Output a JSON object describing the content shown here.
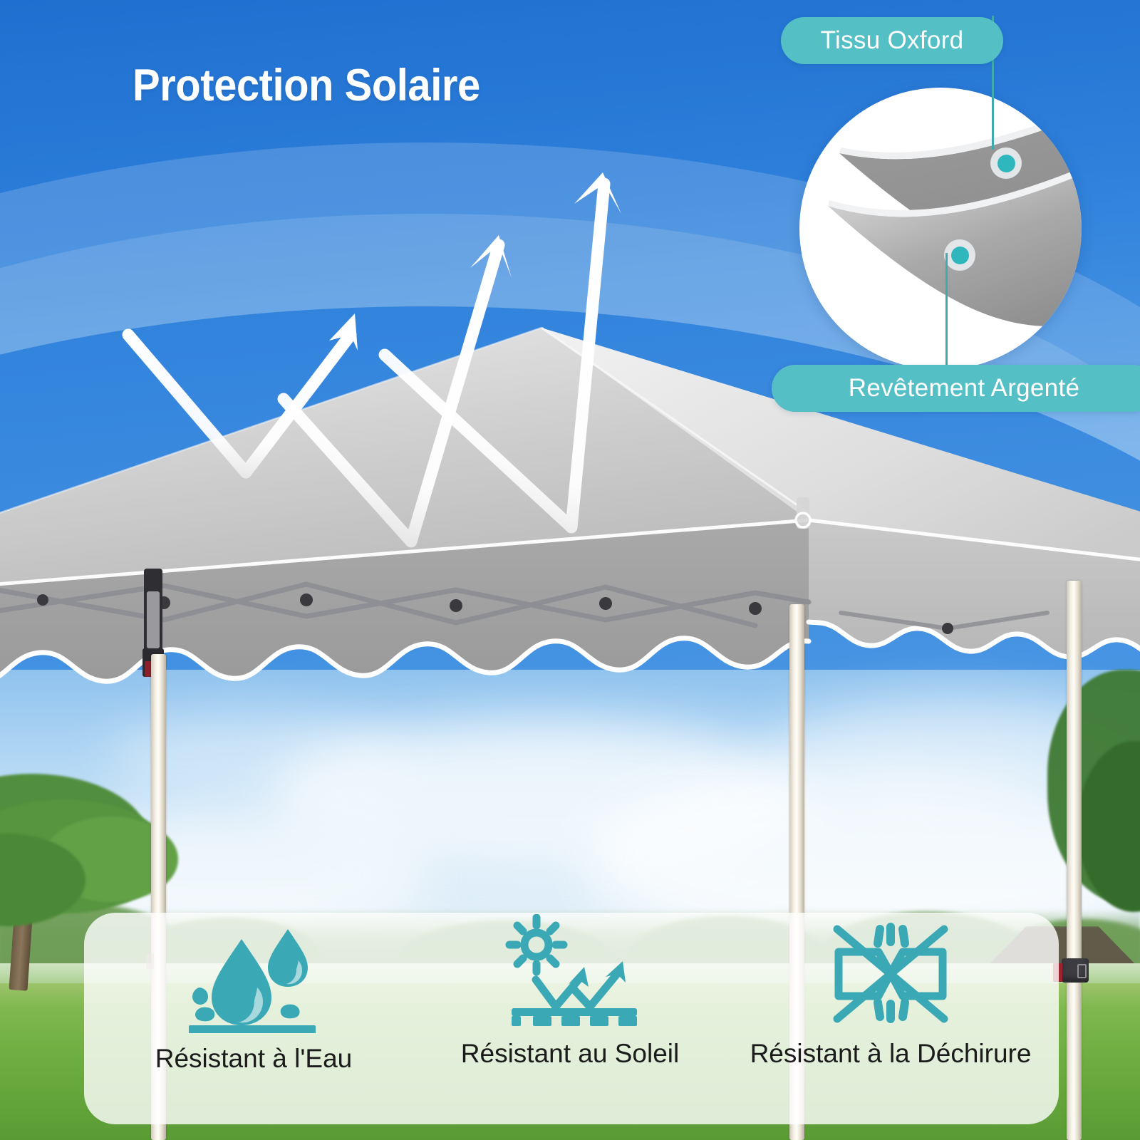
{
  "headline": "Protection Solaire",
  "callouts": [
    {
      "id": "fabric",
      "label": "Tissu Oxford"
    },
    {
      "id": "coating",
      "label": "Revêtement Argenté"
    }
  ],
  "features": [
    {
      "id": "water",
      "icon": "water-drop-icon",
      "label": "Résistant à l'Eau"
    },
    {
      "id": "sun",
      "icon": "sun-reflection-icon",
      "label": "Résistant au Soleil"
    },
    {
      "id": "tear",
      "icon": "tear-resistant-icon",
      "label": "Résistant à la Déchirure"
    }
  ],
  "colors": {
    "sky_blue": "#2e80db",
    "badge_teal": "#54bfc4",
    "icon_teal": "#3aa9b5",
    "marker_teal": "#2fb7bd",
    "canopy_grey": "#b6b6b6",
    "grass_green": "#6fae42",
    "title_white": "#ffffff"
  }
}
